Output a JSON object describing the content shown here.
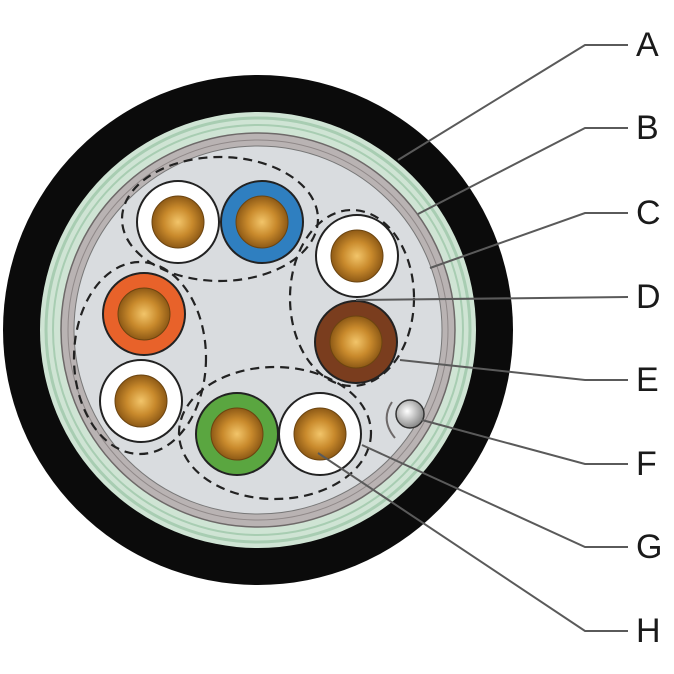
{
  "callouts": [
    {
      "id": "A",
      "text": "A",
      "target": "outer-jacket"
    },
    {
      "id": "B",
      "text": "B",
      "target": "green-inner-sheath"
    },
    {
      "id": "C",
      "text": "C",
      "target": "foil-shield"
    },
    {
      "id": "D",
      "text": "D",
      "target": "pair-separator"
    },
    {
      "id": "E",
      "text": "E",
      "target": "core-filler"
    },
    {
      "id": "F",
      "text": "F",
      "target": "drain-wire"
    },
    {
      "id": "G",
      "text": "G",
      "target": "conductor-insulation"
    },
    {
      "id": "H",
      "text": "H",
      "target": "copper-conductor"
    }
  ],
  "pairs": [
    {
      "name": "pair-1",
      "colors": [
        "white",
        "blue"
      ]
    },
    {
      "name": "pair-2",
      "colors": [
        "white",
        "brown"
      ]
    },
    {
      "name": "pair-3",
      "colors": [
        "orange",
        "white"
      ]
    },
    {
      "name": "pair-4",
      "colors": [
        "green",
        "white"
      ]
    }
  ],
  "colors": {
    "jacket": "#0b0b0b",
    "inner_sheath": "#cfe4d4",
    "inner_sheath_stripe": "#a8cdb2",
    "foil": "#b9b3b3",
    "core_fill": "#d9dcdf",
    "copper": "#c98a2c",
    "blue": "#2f7fc0",
    "orange": "#e8622a",
    "brown": "#7a3d1e",
    "green": "#5aa640",
    "white": "#ffffff",
    "leader": "#5a5a5a"
  }
}
